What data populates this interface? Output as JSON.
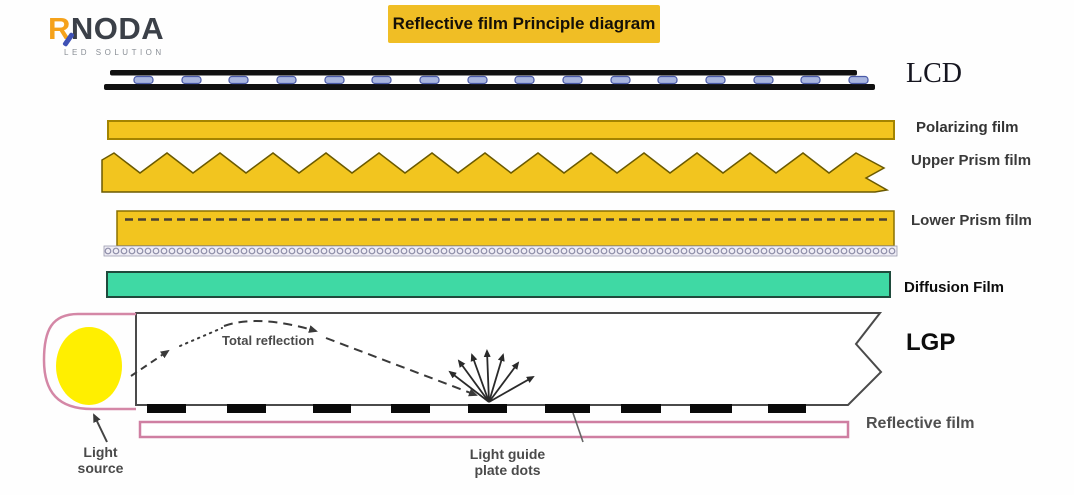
{
  "logo": {
    "brand_first_letter": "R",
    "brand_rest": "NODA",
    "tagline": "LED SOLUTION"
  },
  "title_banner": {
    "text": "Reflective film Principle diagram",
    "bg_color": "#F0BE25"
  },
  "layers": {
    "lcd": {
      "label": "LCD"
    },
    "polarizing": {
      "label": "Polarizing film"
    },
    "upper_prism": {
      "label": "Upper Prism film"
    },
    "lower_prism": {
      "label": "Lower Prism film"
    },
    "diffusion": {
      "label": "Diffusion Film"
    },
    "lgp": {
      "label": "LGP"
    },
    "reflective": {
      "label": "Reflective film"
    }
  },
  "annotations": {
    "total_reflection": "Total reflection",
    "light_source_line1": "Light",
    "light_source_line2": "source",
    "lgp_dots_line1": "Light guide",
    "lgp_dots_line2": "plate dots"
  },
  "colors": {
    "film_yellow": "#F2C51F",
    "diffusion_green": "#3FD9A4",
    "reflector_pink": "#D487A6",
    "light_source_yellow": "#FFEF00",
    "lcd_cell_blue": "#A9B6E0",
    "banner_yellow": "#F0BE25"
  }
}
